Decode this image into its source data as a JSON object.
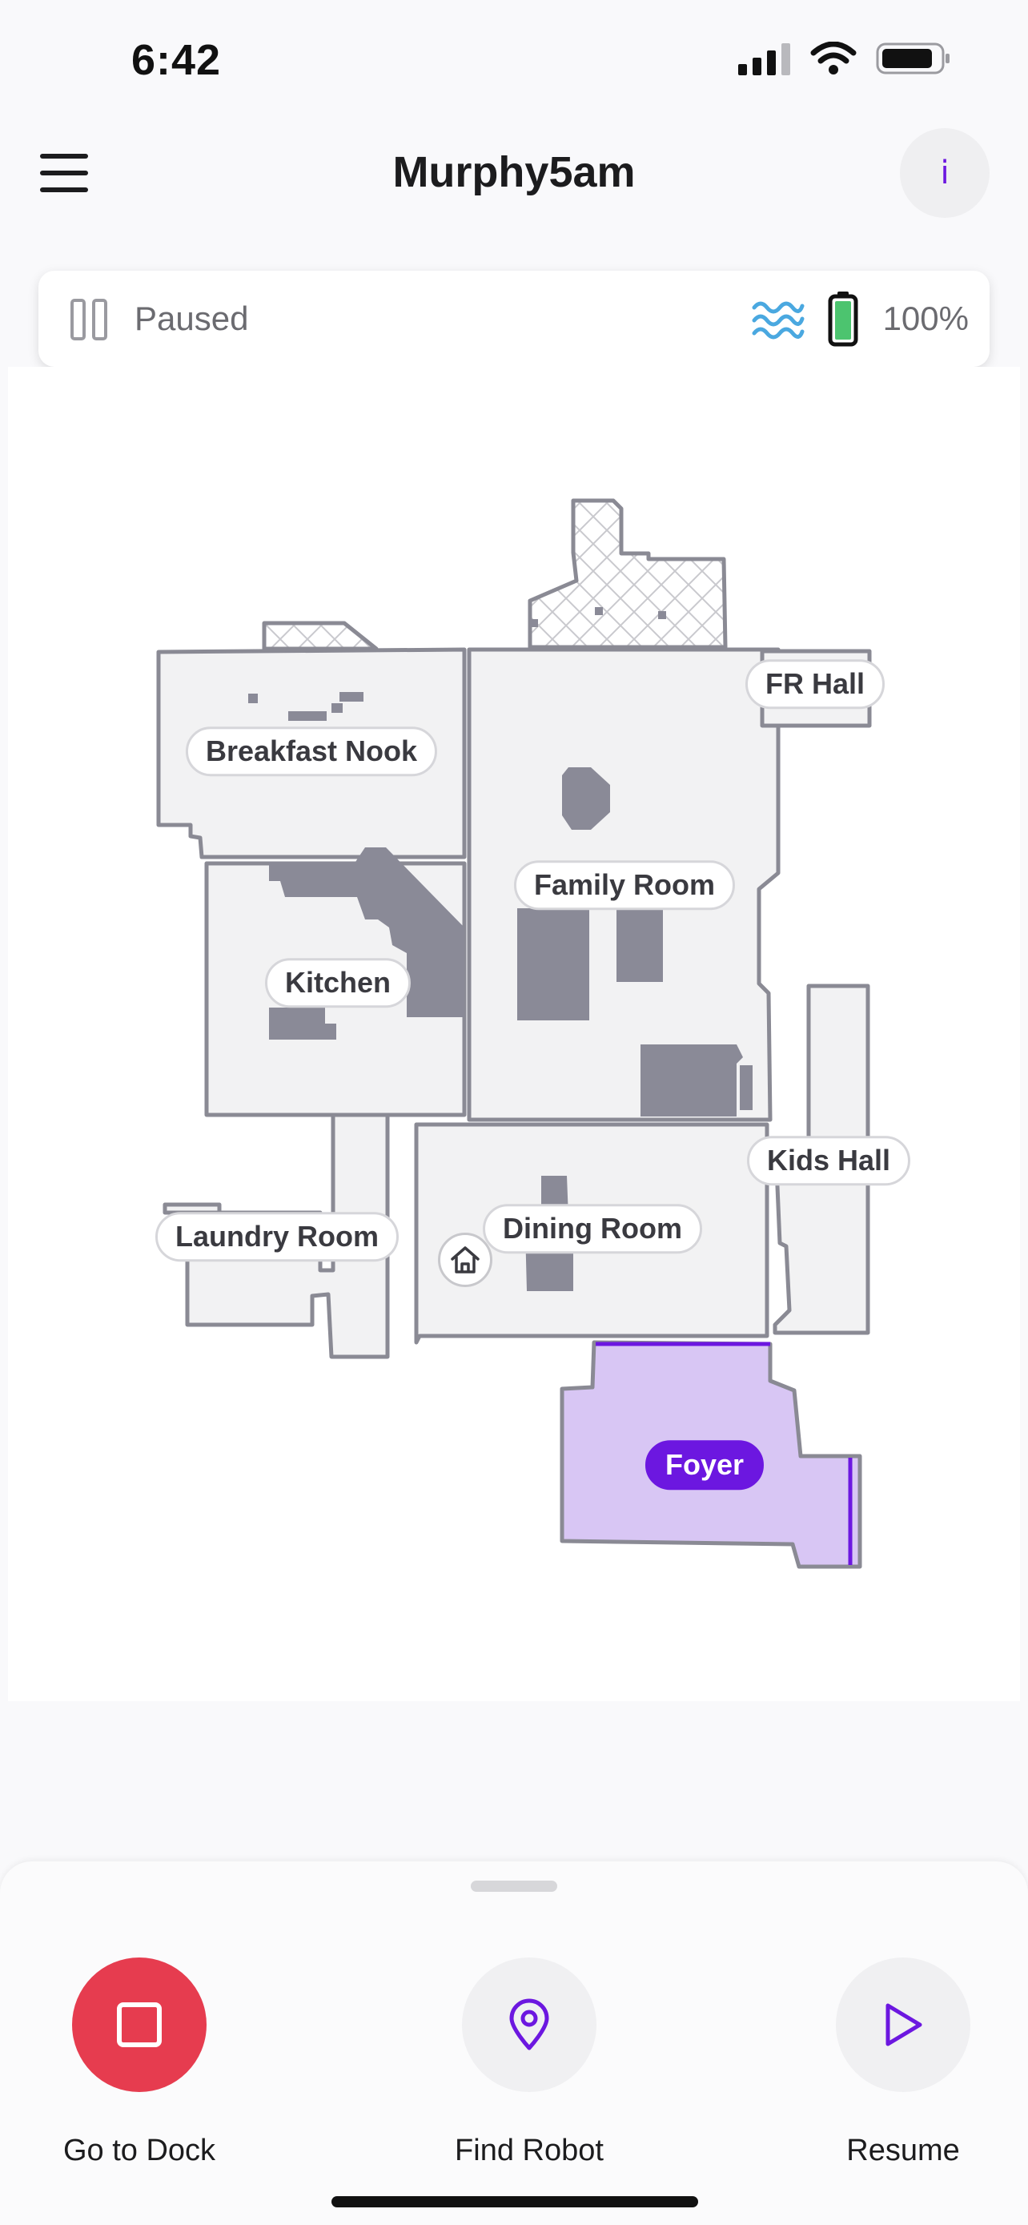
{
  "status_bar": {
    "time": "6:42",
    "icons": [
      "cellular-signal-icon",
      "wifi-icon",
      "battery-icon"
    ]
  },
  "header": {
    "menu_icon": "hamburger-menu-icon",
    "title": "Murphy5am",
    "info_label": "i"
  },
  "robot_status": {
    "state_icon": "pause-icon",
    "state": "Paused",
    "water_icon": "water-level-icon",
    "battery_icon": "battery-icon",
    "battery": "100%"
  },
  "map": {
    "rooms": [
      {
        "name": "Breakfast Nook",
        "selected": false
      },
      {
        "name": "FR Hall",
        "selected": false
      },
      {
        "name": "Family Room",
        "selected": false
      },
      {
        "name": "Kitchen",
        "selected": false
      },
      {
        "name": "Kids Hall",
        "selected": false
      },
      {
        "name": "Laundry Room",
        "selected": false
      },
      {
        "name": "Dining Room",
        "selected": false
      },
      {
        "name": "Foyer",
        "selected": true
      }
    ],
    "dock_icon": "home-dock-icon"
  },
  "actions": [
    {
      "label": "Go to Dock",
      "icon": "stop-square-icon"
    },
    {
      "label": "Find Robot",
      "icon": "location-pin-icon"
    },
    {
      "label": "Resume",
      "icon": "play-icon"
    }
  ],
  "colors": {
    "accent": "#6c17e0",
    "danger": "#e63c4f",
    "room_fill": "#f2f2f3",
    "room_stroke": "#8a8a94",
    "obstacle": "#8a8a97",
    "selected_room_fill": "#d8c6f4",
    "water_blue": "#4aa8e0",
    "battery_green": "#4cc46f"
  }
}
